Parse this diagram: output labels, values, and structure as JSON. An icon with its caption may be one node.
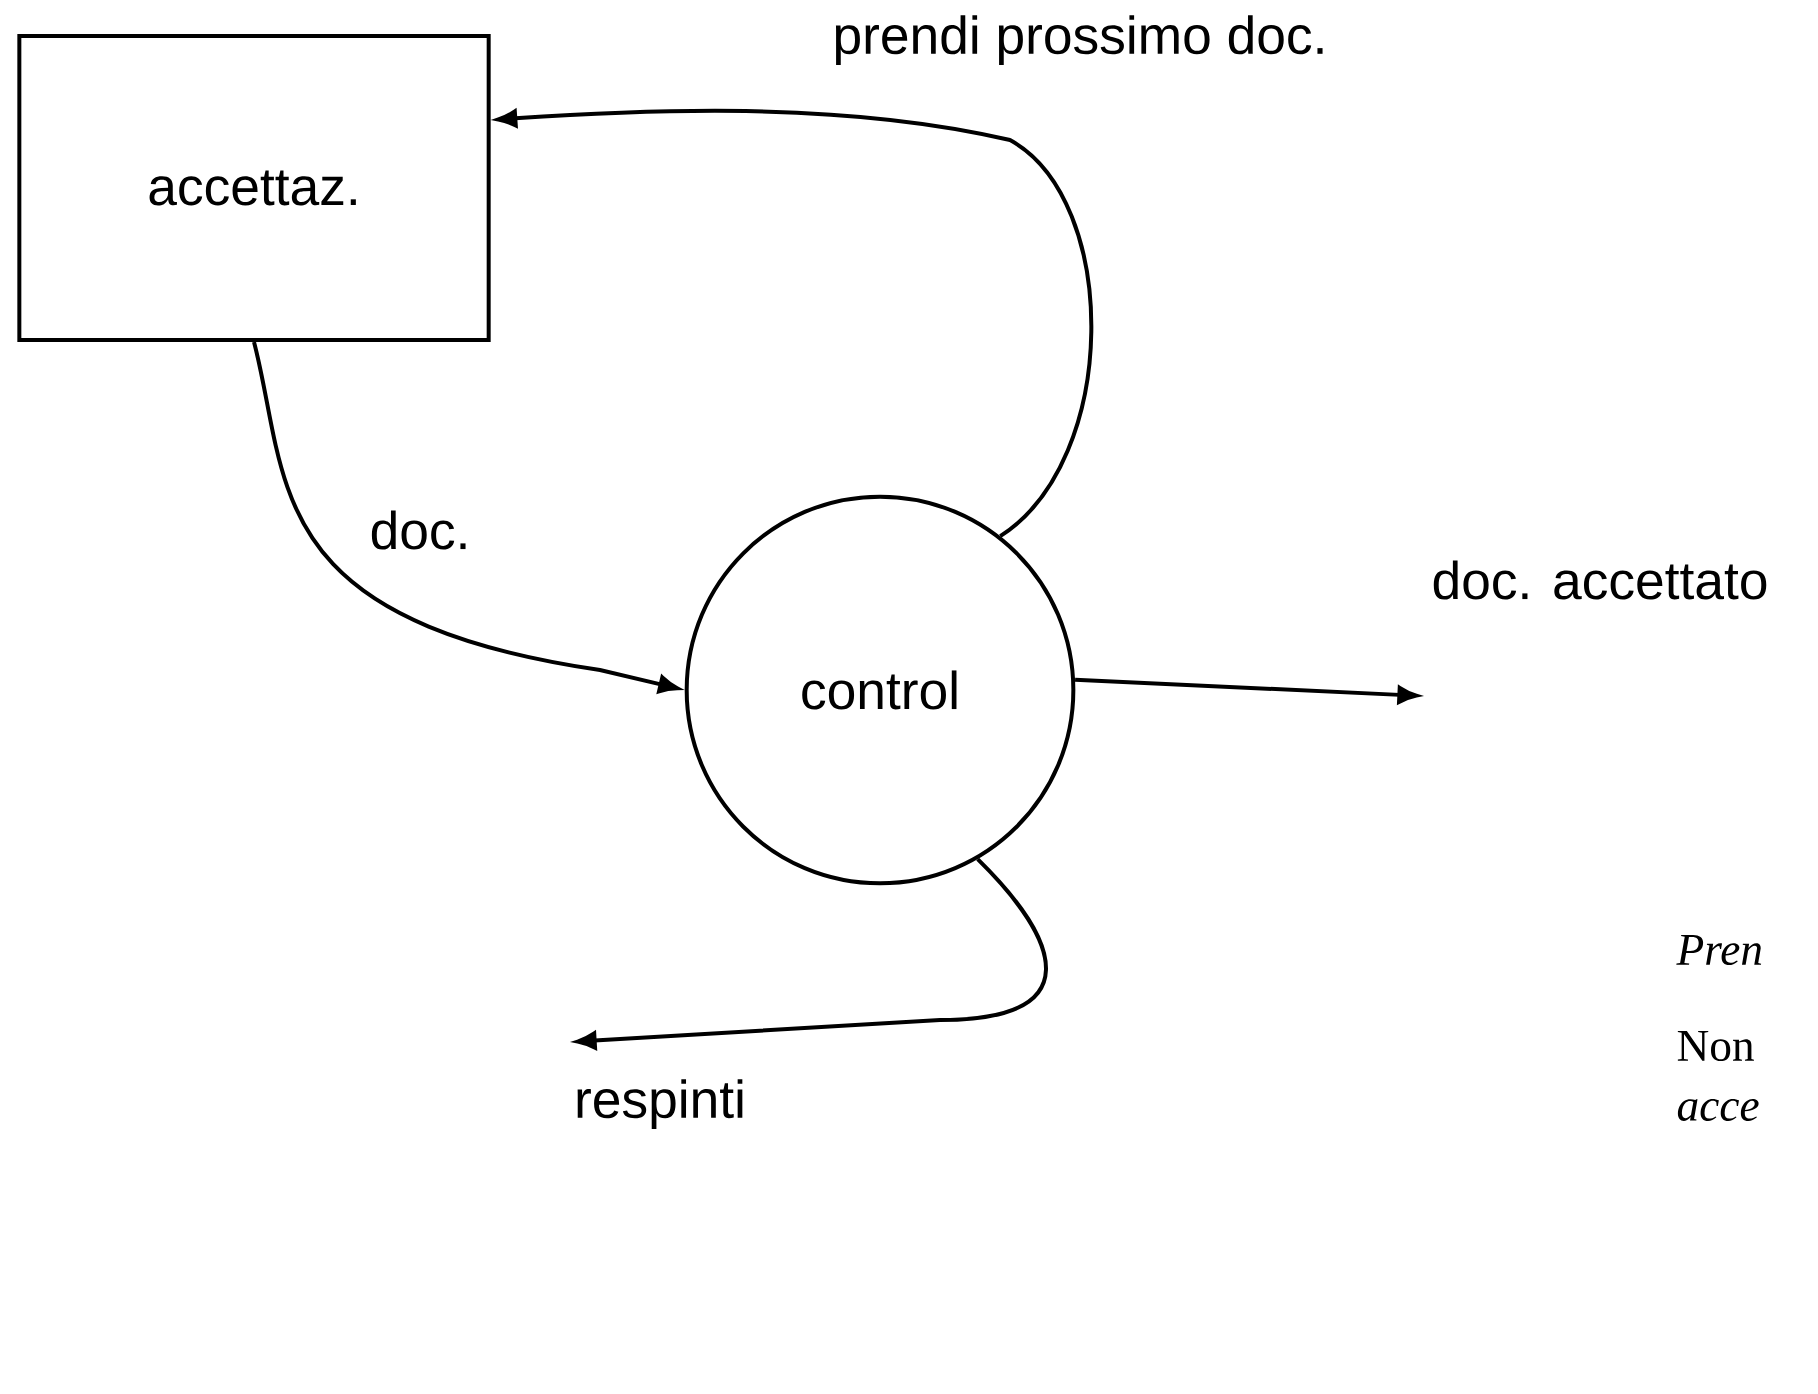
{
  "diagram": {
    "nodes": [
      {
        "text": [
          "accettaz."
        ]
      },
      {
        "text": [
          "control"
        ]
      }
    ],
    "edges": [
      {
        "from": 0,
        "to": 1,
        "arrow": "to",
        "label": "doc."
      },
      {
        "from": 1,
        "to": 0,
        "arrow": "to",
        "label": "prendi prossimo doc."
      },
      {
        "from": 1,
        "to": null,
        "arrow": "to",
        "label": "doc. accettato"
      },
      {
        "from": 1,
        "to": null,
        "arrow": "to",
        "label": "respinti"
      }
    ],
    "labels": [
      "Pren",
      "Non",
      "acce"
    ]
  }
}
